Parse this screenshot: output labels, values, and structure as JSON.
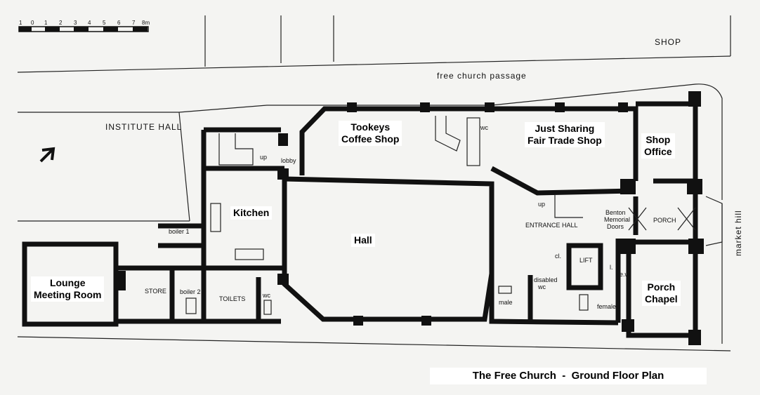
{
  "plan": {
    "title": "The Free Church  -  Ground Floor Plan",
    "scale_ticks": [
      "1",
      "0",
      "1",
      "2",
      "3",
      "4",
      "5",
      "6",
      "7",
      "8m"
    ],
    "streets": {
      "shop": "SHOP",
      "passage": "free church passage",
      "institute": "INSTITUTE HALL",
      "market_hill": "market hill"
    },
    "rooms": {
      "tookeys": [
        "Tookeys",
        "Coffee Shop"
      ],
      "just_sharing": [
        "Just Sharing",
        "Fair Trade Shop"
      ],
      "shop_office": [
        "Shop",
        "Office"
      ],
      "kitchen": "Kitchen",
      "hall": "Hall",
      "lounge": [
        "Lounge",
        "Meeting Room"
      ],
      "porch_chapel": [
        "Porch",
        "Chapel"
      ]
    },
    "annotations": {
      "up1": "up",
      "lobby": "lobby",
      "wc1": "wc",
      "up2": "up",
      "entrance_hall": "ENTRANCE HALL",
      "benton": [
        "Benton",
        "Memorial",
        "Doors"
      ],
      "porch": "PORCH",
      "cl": "cl.",
      "lift": "LIFT",
      "l": "l.",
      "ew": "e.w.",
      "disabled_wc": [
        "disabled",
        "wc"
      ],
      "male": "male",
      "female": "female",
      "boiler1": "boiler 1",
      "store": "STORE",
      "boiler2": "boiler 2",
      "toilets": "TOILETS",
      "wc2": "wc"
    }
  }
}
